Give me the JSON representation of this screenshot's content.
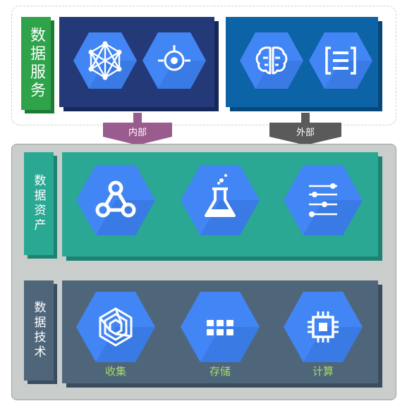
{
  "service": {
    "label": "数据服务"
  },
  "arrows": {
    "internal": "内部",
    "external": "外部"
  },
  "assets": {
    "label": "数据资产"
  },
  "tech": {
    "label": "数据技术",
    "items": [
      "收集",
      "存储",
      "计算"
    ]
  },
  "icons": {
    "internal": [
      "network-graph-icon",
      "target-icon"
    ],
    "external": [
      "brain-icon",
      "bracket-list-icon"
    ],
    "assets": [
      "share-graph-icon",
      "flask-icon",
      "list-dots-icon"
    ],
    "tech": [
      "layered-hex-icon",
      "grid-squares-icon",
      "chip-icon"
    ]
  },
  "colors": {
    "service_green": "#2ea34a",
    "internal_navy": "#243a78",
    "external_blue": "#0c63a6",
    "asset_teal": "#2aa893",
    "tech_slate": "#4f667a",
    "hex_blue": "#4285f4",
    "arrow_internal": "#9a5c8e",
    "arrow_external": "#5a5a5a",
    "caption_green": "#a6d96a"
  }
}
